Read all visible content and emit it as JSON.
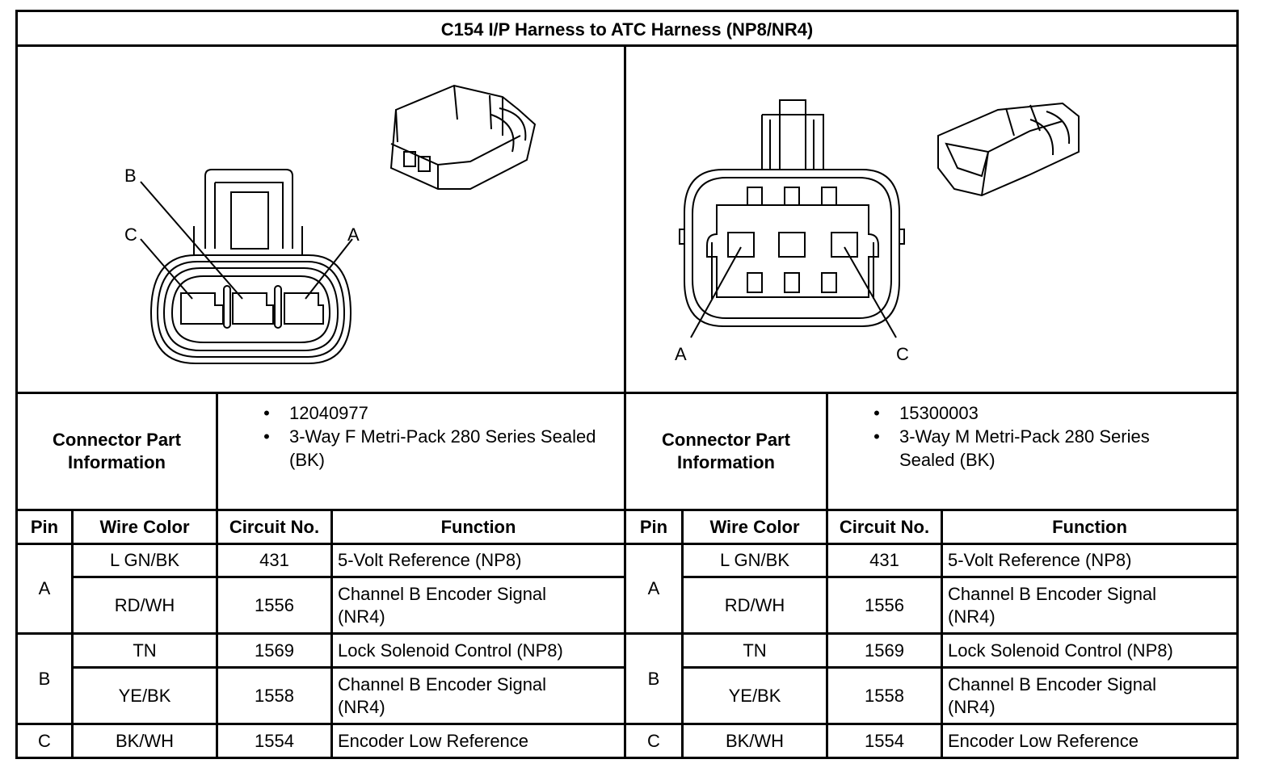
{
  "title": "C154 I/P Harness to ATC Harness (NP8/NR4)",
  "left": {
    "pin_labels": [
      "B",
      "C",
      "A"
    ],
    "info_label": "Connector Part Information",
    "info_items": [
      "12040977",
      "3-Way F Metri-Pack 280 Series Sealed (BK)"
    ],
    "headers": [
      "Pin",
      "Wire Color",
      "Circuit No.",
      "Function"
    ],
    "pins": [
      "A",
      "B",
      "C"
    ],
    "rows": [
      {
        "color": "L GN/BK",
        "circuit": "431",
        "function": "5-Volt Reference (NP8)"
      },
      {
        "color": "RD/WH",
        "circuit": "1556",
        "function": "Channel B Encoder Signal (NR4)"
      },
      {
        "color": "TN",
        "circuit": "1569",
        "function": "Lock Solenoid Control (NP8)"
      },
      {
        "color": "YE/BK",
        "circuit": "1558",
        "function": "Channel B Encoder Signal (NR4)"
      },
      {
        "color": "BK/WH",
        "circuit": "1554",
        "function": "Encoder Low Reference"
      }
    ]
  },
  "right": {
    "pin_labels": [
      "A",
      "C"
    ],
    "info_label": "Connector Part Information",
    "info_items": [
      "15300003",
      "3-Way M Metri-Pack 280 Series Sealed (BK)"
    ],
    "headers": [
      "Pin",
      "Wire Color",
      "Circuit No.",
      "Function"
    ],
    "pins": [
      "A",
      "B",
      "C"
    ],
    "rows": [
      {
        "color": "L GN/BK",
        "circuit": "431",
        "function": "5-Volt Reference (NP8)"
      },
      {
        "color": "RD/WH",
        "circuit": "1556",
        "function": "Channel B Encoder Signal (NR4)"
      },
      {
        "color": "TN",
        "circuit": "1569",
        "function": "Lock Solenoid Control (NP8)"
      },
      {
        "color": "YE/BK",
        "circuit": "1558",
        "function": "Channel B Encoder Signal (NR4)"
      },
      {
        "color": "BK/WH",
        "circuit": "1554",
        "function": "Encoder Low Reference"
      }
    ]
  }
}
